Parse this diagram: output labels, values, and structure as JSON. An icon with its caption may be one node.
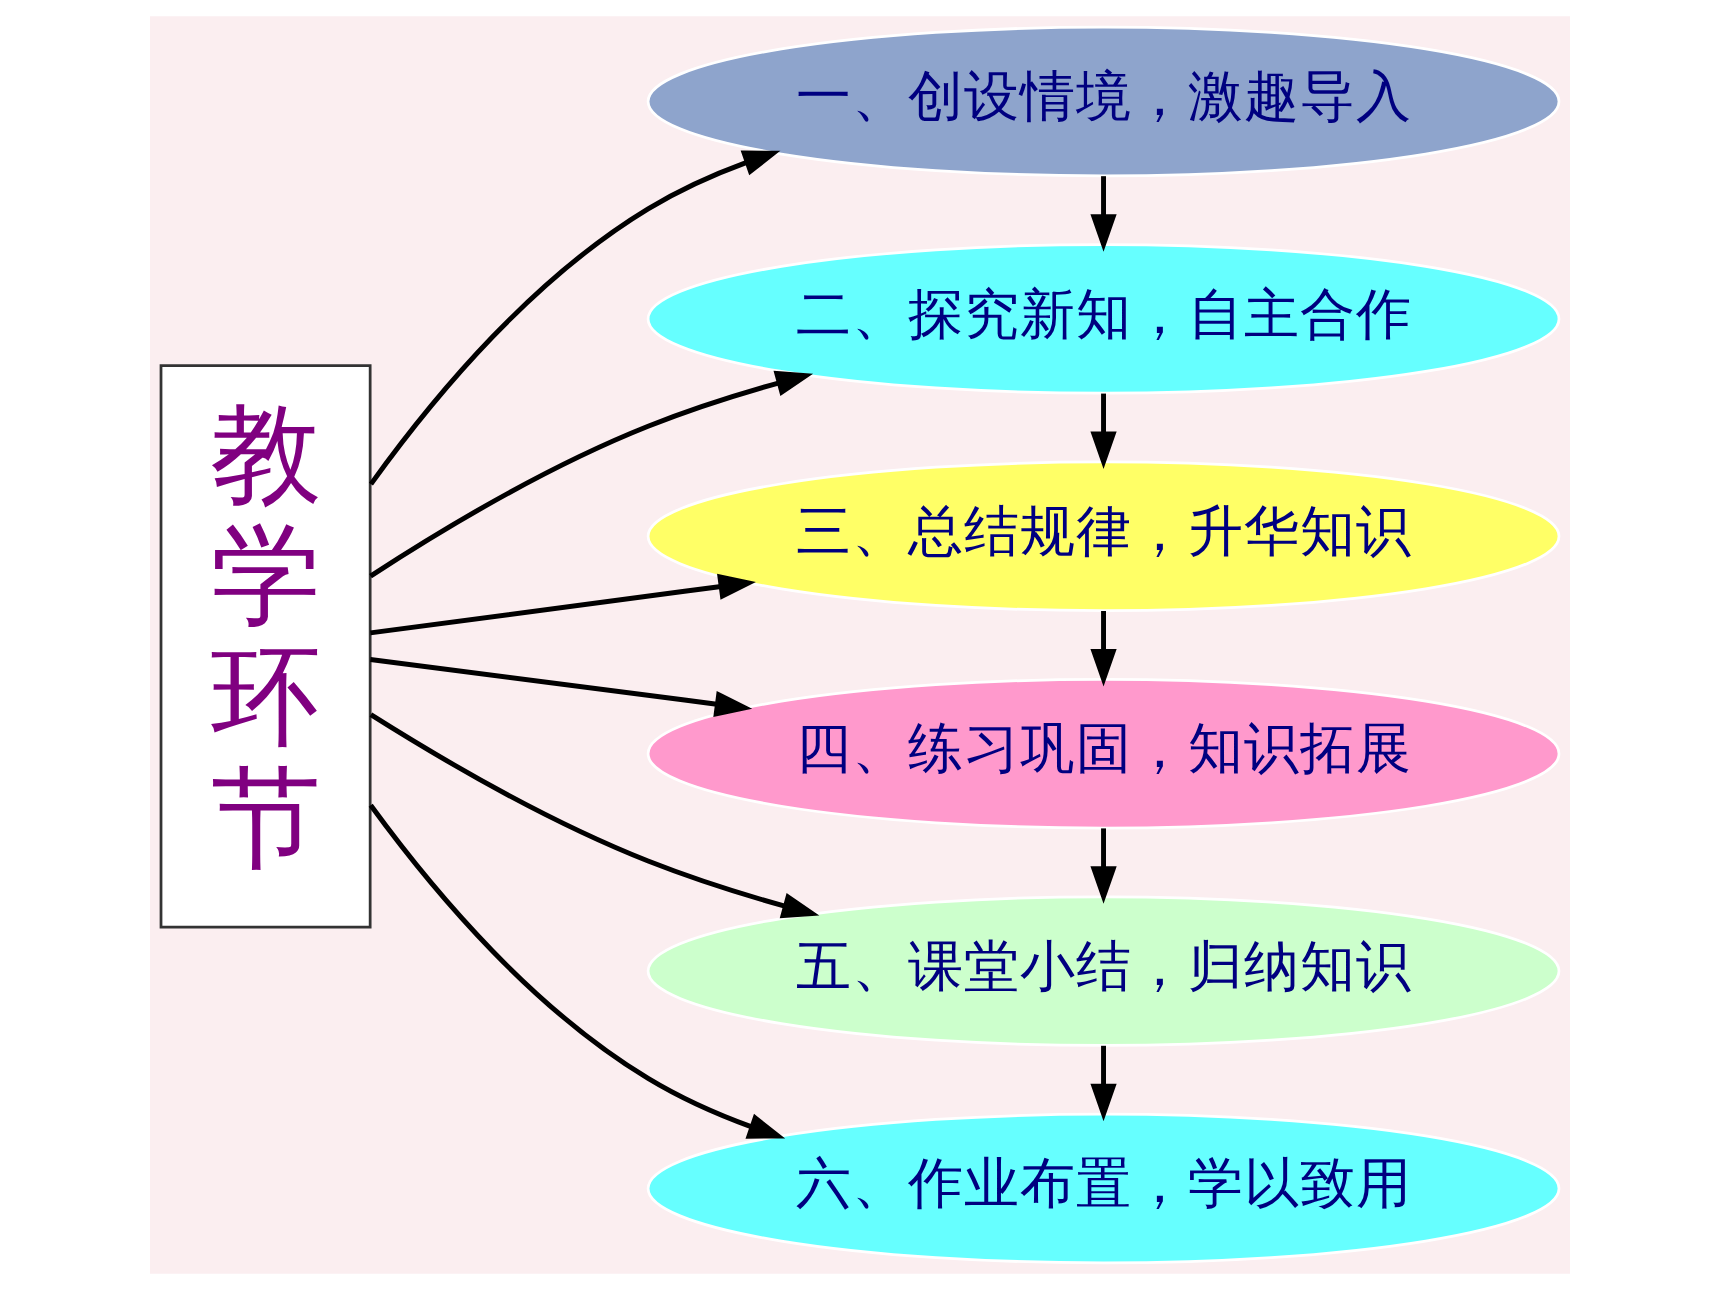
{
  "diagram": {
    "nodes": [
      {
        "text": [
          "教学环节"
        ]
      },
      {
        "text": [
          "一、创设情境，激趣导入"
        ]
      },
      {
        "text": [
          "二、探究新知，自主合作"
        ]
      },
      {
        "text": [
          "三、总结规律，升华知识"
        ]
      },
      {
        "text": [
          "四、练习巩固，知识拓展"
        ]
      },
      {
        "text": [
          "五、课堂小结，归纳知识"
        ]
      },
      {
        "text": [
          "六、作业布置，学以致用"
        ]
      }
    ],
    "edges": [
      {
        "from": 0,
        "to": 1,
        "arrow": "to"
      },
      {
        "from": 0,
        "to": 2,
        "arrow": "to"
      },
      {
        "from": 0,
        "to": 3,
        "arrow": "to"
      },
      {
        "from": 0,
        "to": 4,
        "arrow": "to"
      },
      {
        "from": 0,
        "to": 5,
        "arrow": "to"
      },
      {
        "from": 0,
        "to": 6,
        "arrow": "to"
      },
      {
        "from": 1,
        "to": 2,
        "arrow": "to"
      },
      {
        "from": 2,
        "to": 3,
        "arrow": "to"
      },
      {
        "from": 3,
        "to": 4,
        "arrow": "to"
      },
      {
        "from": 4,
        "to": 5,
        "arrow": "to"
      },
      {
        "from": 5,
        "to": 6,
        "arrow": "to"
      }
    ]
  }
}
